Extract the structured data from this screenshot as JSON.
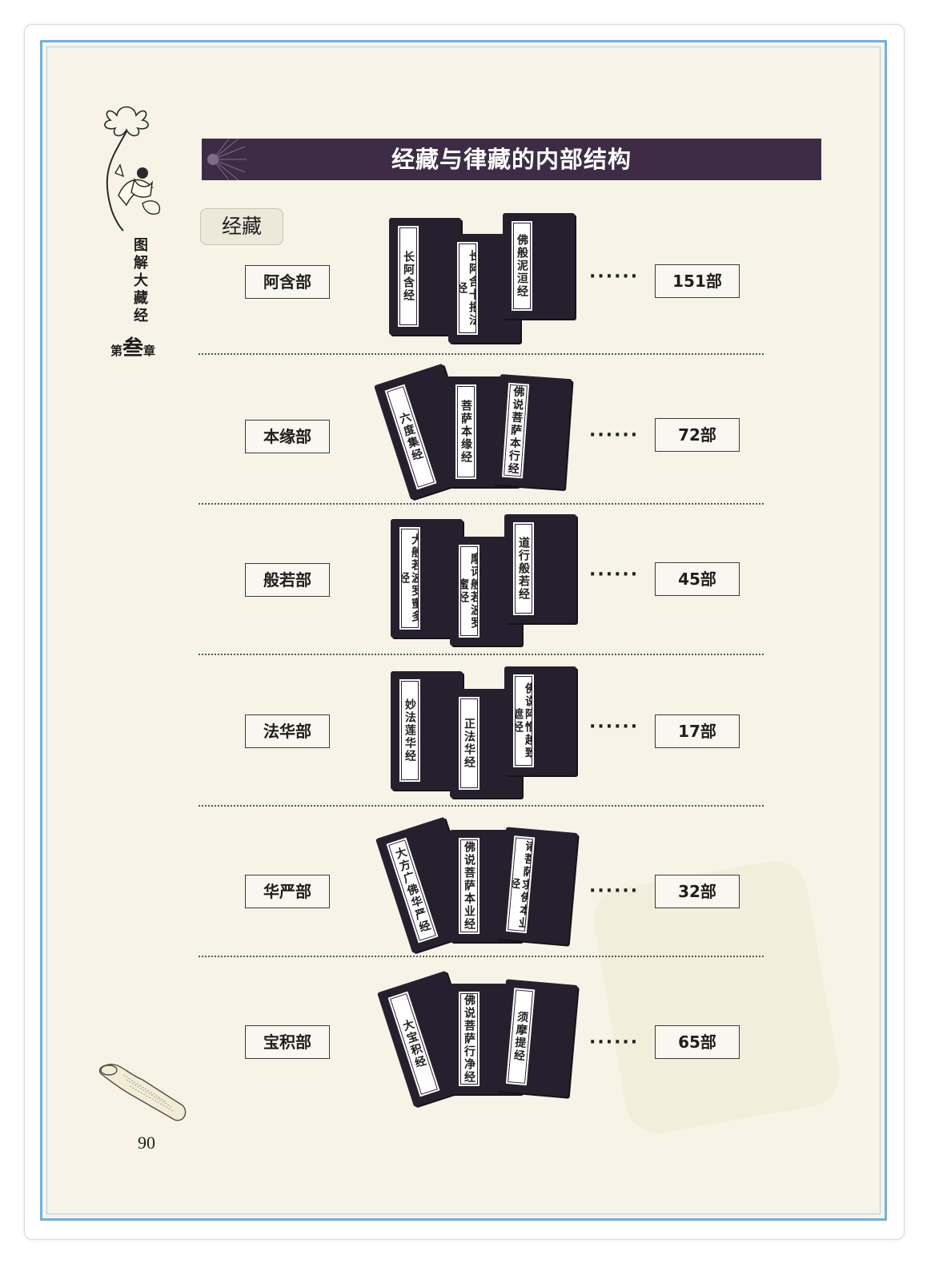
{
  "side": {
    "vertical_title": "图解大藏经",
    "chapter_prefix": "第",
    "chapter_number": "叁",
    "chapter_suffix": "章"
  },
  "page_number": "90",
  "banner": {
    "title": "经藏与律藏的内部结构"
  },
  "section_tag": "经藏",
  "colors": {
    "banner_bg": "#3e2c46",
    "frame_border": "#6fb0e4",
    "book_cover": "#26202e"
  },
  "ellipsis": "······",
  "rows": [
    {
      "category": "阿含部",
      "count": "151部",
      "books": [
        "长阿含经",
        "长阿含十报法经",
        "佛般泥洹经"
      ]
    },
    {
      "category": "本缘部",
      "count": "72部",
      "books": [
        "六度集经",
        "菩萨本缘经",
        "佛说菩萨本行经"
      ]
    },
    {
      "category": "般若部",
      "count": "45部",
      "books": [
        "大般若波罗蜜多经",
        "摩诃般若波罗蜜经",
        "道行般若经"
      ]
    },
    {
      "category": "法华部",
      "count": "17部",
      "books": [
        "妙法莲华经",
        "正法华经",
        "佛说阿惟越致遮经"
      ]
    },
    {
      "category": "华严部",
      "count": "32部",
      "books": [
        "大方广佛华严经",
        "佛说菩萨本业经",
        "诸菩萨求佛本业经"
      ]
    },
    {
      "category": "宝积部",
      "count": "65部",
      "books": [
        "大宝积经",
        "佛说菩萨行净经",
        "须摩提经"
      ]
    }
  ]
}
